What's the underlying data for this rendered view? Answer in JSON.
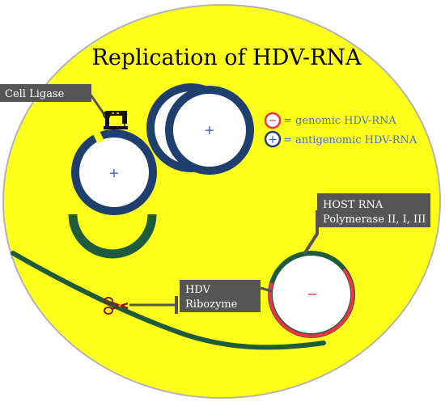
{
  "title": "Replication of HDV-RNA",
  "labels": {
    "cell_ligase": "Cell Ligase",
    "host_rna_line1": "HOST RNA",
    "host_rna_line2": "Polymerase II, I, III",
    "hdv_line1": "HDV",
    "hdv_line2": "Ribozyme"
  },
  "legend": {
    "genomic_symbol": "−",
    "genomic_text": "= genomic HDV-RNA",
    "antigenomic_symbol": "+",
    "antigenomic_text": "= antigenomic HDV-RNA"
  },
  "signs": {
    "plus": "+",
    "minus": "−"
  },
  "icons": {
    "ligase": "sewing-machine-icon",
    "ribozyme": "scissors-icon"
  },
  "colors": {
    "cell_fill": "#ffff1a",
    "cell_border": "#b4b4b4",
    "antigenomic_ring": "#1f3f6e",
    "genomic_ring": "#ee3344",
    "strand": "#1e5a3c",
    "label_box": "#555555",
    "connector": "#555555",
    "legend_text": "#4472c4",
    "plus_sign": "#2255cc",
    "minus_sign": "#dd2222"
  }
}
